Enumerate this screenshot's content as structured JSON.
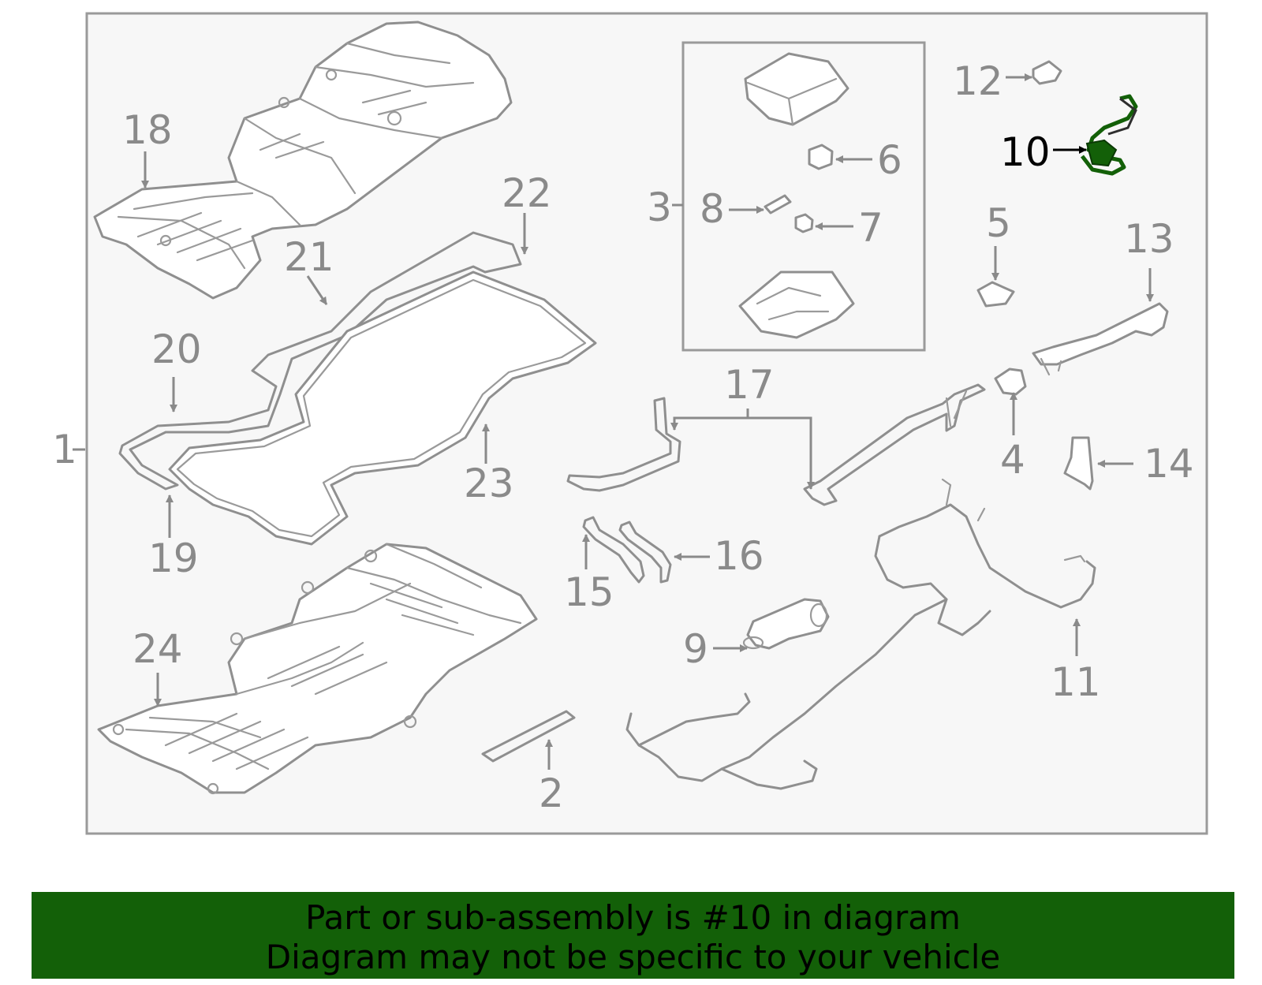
{
  "diagram": {
    "highlight_label": "10",
    "labels": [
      "1",
      "2",
      "3",
      "4",
      "5",
      "6",
      "7",
      "8",
      "9",
      "10",
      "11",
      "12",
      "13",
      "14",
      "15",
      "16",
      "17",
      "18",
      "19",
      "20",
      "21",
      "22",
      "23",
      "24"
    ],
    "colors": {
      "part_line": "#8f8f8f",
      "frame": "#9a9a9a",
      "highlight_part": "#136008",
      "banner_bg": "#136008",
      "background": "#f7f7f7"
    }
  },
  "banner": {
    "line1": "Part or sub-assembly is #10 in diagram",
    "line2": "Diagram may not be specific to your vehicle"
  }
}
